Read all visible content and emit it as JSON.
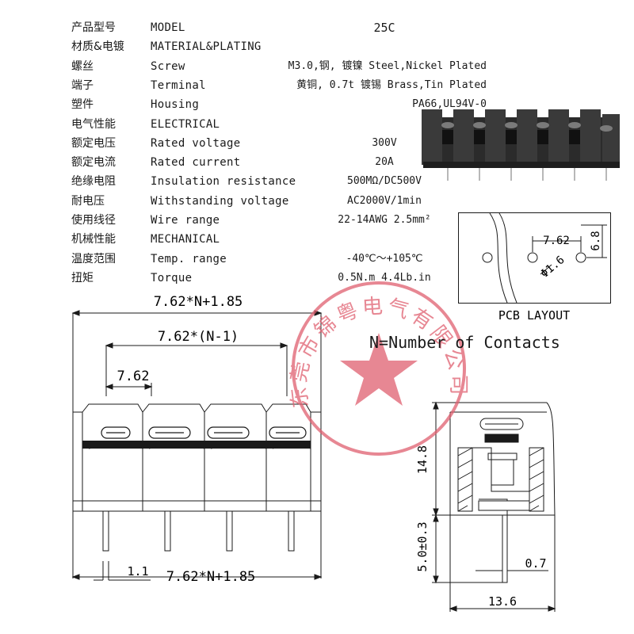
{
  "spec": {
    "model_value": "25C",
    "rows": [
      {
        "cn": "产品型号",
        "en": "MODEL",
        "value": ""
      },
      {
        "cn": "材质&电镀",
        "en": "MATERIAL&PLATING",
        "value": ""
      },
      {
        "cn": "螺丝",
        "en": "Screw",
        "value": "M3.0,钢, 镀镍 Steel,Nickel Plated"
      },
      {
        "cn": "端子",
        "en": "Terminal",
        "value": "黄铜, 0.7t 镀锡 Brass,Tin Plated"
      },
      {
        "cn": "塑件",
        "en": "Housing",
        "value": "PA66,UL94V-0"
      },
      {
        "cn": "电气性能",
        "en": "ELECTRICAL",
        "value": ""
      },
      {
        "cn": "额定电压",
        "en": "Rated voltage",
        "value": "300V"
      },
      {
        "cn": "额定电流",
        "en": "Rated current",
        "value": "20A"
      },
      {
        "cn": "绝缘电阻",
        "en": "Insulation resistance",
        "value": "500MΩ/DC500V"
      },
      {
        "cn": "耐电压",
        "en": "Withstanding voltage",
        "value": "AC2000V/1min"
      },
      {
        "cn": "使用线径",
        "en": "Wire range",
        "value": "22-14AWG 2.5mm²"
      },
      {
        "cn": "机械性能",
        "en": "MECHANICAL",
        "value": ""
      },
      {
        "cn": "温度范围",
        "en": "Temp. range",
        "value": "-40℃～+105℃"
      },
      {
        "cn": "扭矩",
        "en": "Torque",
        "value": "0.5N.m  4.4Lb.in"
      }
    ]
  },
  "pcb_layout": {
    "label": "PCB LAYOUT",
    "pitch": "7.62",
    "height": "6.8",
    "hole": "Φ1.6"
  },
  "front_view": {
    "overall": "7.62*N+1.85",
    "span": "7.62*(N-1)",
    "pitch": "7.62",
    "pin_offset": "1.1",
    "bottom_overall": "7.62*N+1.85"
  },
  "side_view": {
    "height": "14.8",
    "pin_length": "5.0±0.3",
    "pin_width": "0.7",
    "width": "13.6"
  },
  "note": "N=Number of Contacts",
  "stamp": {
    "text": "东莞市锦粤电气有限公司"
  },
  "colors": {
    "line": "#1a1a1a",
    "stamp": "#e06070",
    "housing_photo": "#2b2b2b"
  }
}
